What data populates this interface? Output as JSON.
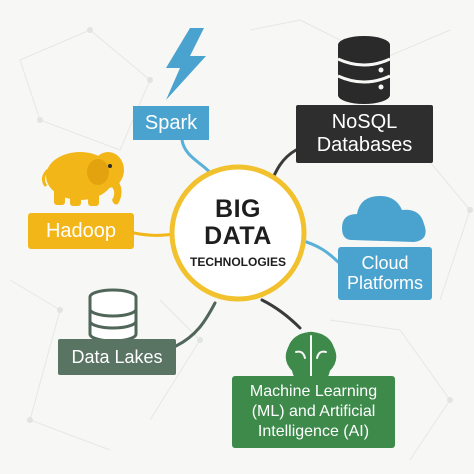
{
  "center": {
    "line1": "BIG",
    "line2": "DATA",
    "line3": "TECHNOLOGIES"
  },
  "nodes": {
    "spark": {
      "label": "Spark",
      "icon": "lightning-bolt-icon"
    },
    "nosql": {
      "line1": "NoSQL",
      "line2": "Databases",
      "icon": "database-icon"
    },
    "hadoop": {
      "label": "Hadoop",
      "icon": "elephant-icon"
    },
    "cloud": {
      "line1": "Cloud",
      "line2": "Platforms",
      "icon": "cloud-icon"
    },
    "lakes": {
      "label": "Data Lakes",
      "icon": "database-icon"
    },
    "ml": {
      "line1": "Machine Learning",
      "line2": "(ML) and Artificial",
      "line3": "Intelligence (AI)",
      "icon": "brain-icon"
    }
  },
  "colors": {
    "hub_ring": "#f2c12e",
    "spark": "#4aa3cf",
    "nosql": "#2e2e2e",
    "hadoop": "#f2b619",
    "cloud": "#4aa3cf",
    "lakes": "#5a7464",
    "ml": "#3d8a4b",
    "connector": "#3a3a3a"
  }
}
